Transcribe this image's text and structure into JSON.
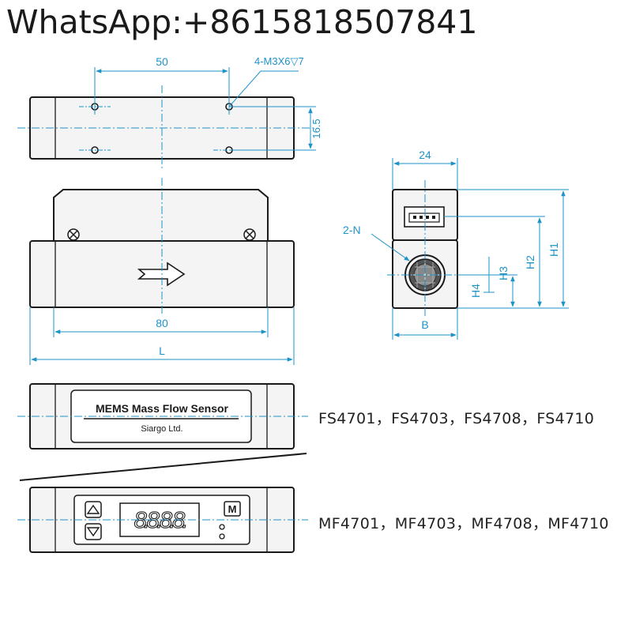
{
  "header": {
    "contact": "WhatsApp:+8615818507841"
  },
  "dimensions": {
    "hole_spacing": "50",
    "hole_spec": "4-M3X6▽7",
    "hole_row_spacing": "16.5",
    "port_spacing": "80",
    "length": "L",
    "end_width": "24",
    "base_width": "B",
    "port_count": "2-N",
    "h1": "H1",
    "h2": "H2",
    "h3": "H3",
    "h4": "H4"
  },
  "label_plate": {
    "title": "MEMS Mass Flow Sensor",
    "maker": "Siargo Ltd."
  },
  "display": {
    "digits": "8.8.8.8.",
    "mode_key": "M"
  },
  "models": {
    "sensor_line": "FS4701，FS4703，FS4708，FS4710",
    "meter_line": "MF4701，MF4703，MF4708，MF4710"
  },
  "colors": {
    "dimension": "#1e93c8",
    "outline": "#1a1a1a",
    "fill": "#f4f4f4"
  }
}
